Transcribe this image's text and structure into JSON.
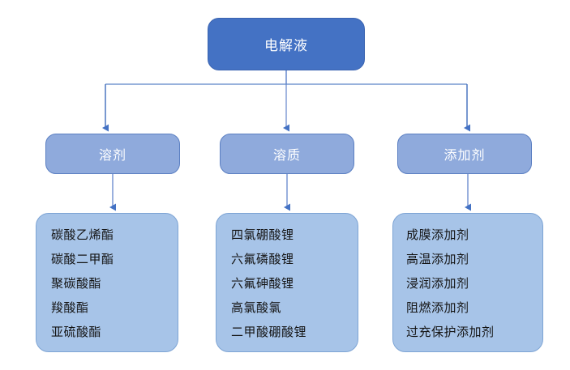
{
  "diagram": {
    "type": "tree",
    "title": "电解液",
    "colors": {
      "root_fill": "#4472C4",
      "category_fill": "#8FAADC",
      "list_fill": "#A7C4E8",
      "connector": "#4472C4",
      "root_text": "#FFFFFF",
      "category_text": "#FFFFFF",
      "list_text": "#141414",
      "background": "#FFFFFF"
    },
    "root": {
      "label": "电解液"
    },
    "categories": [
      {
        "label": "溶剂"
      },
      {
        "label": "溶质"
      },
      {
        "label": "添加剂"
      }
    ],
    "lists": [
      {
        "items": [
          "碳酸乙烯酯",
          "碳酸二甲酯",
          "聚碳酸酯",
          "羧酸酯",
          "亚硫酸酯"
        ]
      },
      {
        "items": [
          "四氯硼酸锂",
          "六氟磷酸锂",
          "六氟砷酸锂",
          "高氯酸氯",
          "二甲酸硼酸锂"
        ]
      },
      {
        "items": [
          "成膜添加剂",
          "高温添加剂",
          "浸润添加剂",
          "阻燃添加剂",
          "过充保护添加剂"
        ]
      }
    ]
  }
}
